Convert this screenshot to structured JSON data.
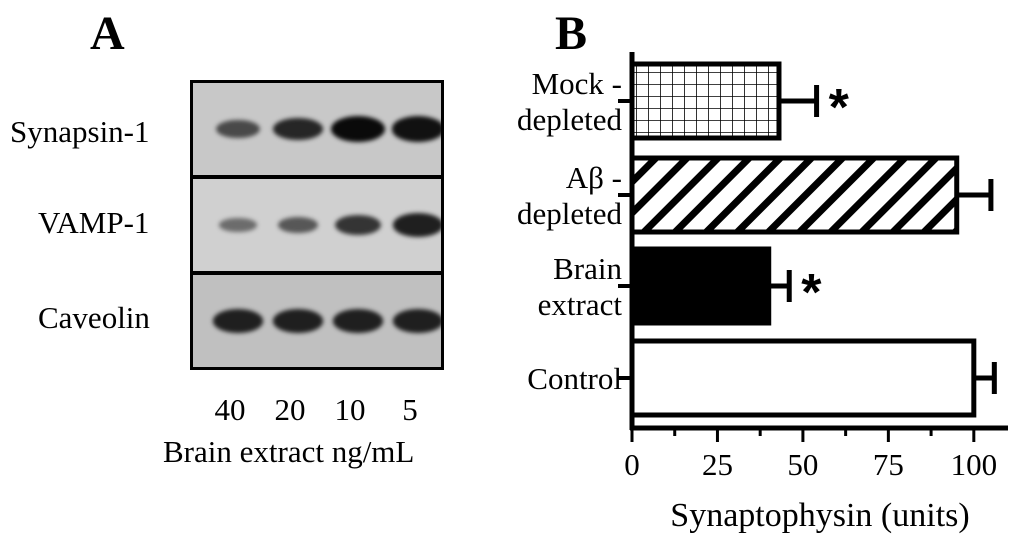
{
  "panel_a": {
    "letter": "A",
    "rows": [
      {
        "label": "Synapsin-1",
        "intensities": [
          0.55,
          0.8,
          1.0,
          0.95
        ]
      },
      {
        "label": "VAMP-1",
        "intensities": [
          0.3,
          0.45,
          0.7,
          0.85
        ]
      },
      {
        "label": "Caveolin",
        "intensities": [
          0.85,
          0.85,
          0.85,
          0.85
        ]
      }
    ],
    "lanes": [
      "40",
      "20",
      "10",
      "5"
    ],
    "xlabel": "Brain extract ng/mL"
  },
  "panel_b": {
    "letter": "B"
  },
  "chart_data": {
    "type": "bar",
    "orientation": "horizontal",
    "categories": [
      "Mock -\ndepleted",
      "Aβ -\ndepleted",
      "Brain\nextract",
      "Control"
    ],
    "values": [
      43,
      95,
      40,
      100
    ],
    "errors": [
      11,
      10,
      6,
      6
    ],
    "fills": [
      "grid",
      "diagonal-hatch",
      "solid-black",
      "white"
    ],
    "significance": [
      "*",
      "",
      "*",
      ""
    ],
    "xlabel": "Synaptophysin (units)",
    "ylabel": "",
    "xlim": [
      0,
      110
    ],
    "xticks": [
      0,
      25,
      50,
      75,
      100
    ],
    "grid": false,
    "legend": "none"
  }
}
